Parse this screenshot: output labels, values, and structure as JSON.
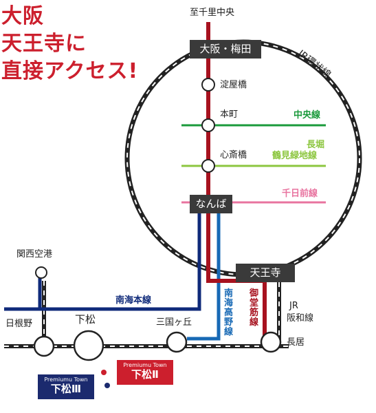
{
  "headline": {
    "line1": "大阪",
    "line2": "天王寺に",
    "line3": "直接アクセス!"
  },
  "stations": {
    "top_destination": "至千里中央",
    "umeda": "大阪・梅田",
    "yodoyabashi": "淀屋橋",
    "honmachi": "本町",
    "shinsaibashi": "心斎橋",
    "namba": "なんば",
    "tennoji": "天王寺",
    "kansai_airport": "関西空港",
    "hineno": "日根野",
    "shimomatsu": "下松",
    "mikunigaoka": "三国ヶ丘",
    "nagai": "長居"
  },
  "lines": {
    "jr_loop": "JR環状線",
    "chuo": "中央線",
    "nagahori_1": "長堀",
    "nagahori_2": "鶴見緑地線",
    "sennichimae": "千日前線",
    "nankai_main": "南海本線",
    "nankai_koya": "南海高野線",
    "midosuji": "御堂筋線",
    "jr_hanwa_1": "JR",
    "jr_hanwa_2": "阪和線"
  },
  "tags": {
    "town2_small": "Premiumu Town",
    "town2_big": "下松Ⅱ",
    "town3_small": "Premiumu Town",
    "town3_big": "下松Ⅲ"
  },
  "colors": {
    "headline_red": "#cc1f2d",
    "midosuji_red": "#a7121f",
    "chuo_green": "#1a9a3b",
    "nagahori_green": "#8cc63f",
    "sennichimae_pink": "#e8739f",
    "nankai_main_navy": "#0f2a7a",
    "nankai_koya_blue": "#1769b5",
    "station_box": "#3a3a3a",
    "town3_navy": "#1b2a6e"
  }
}
